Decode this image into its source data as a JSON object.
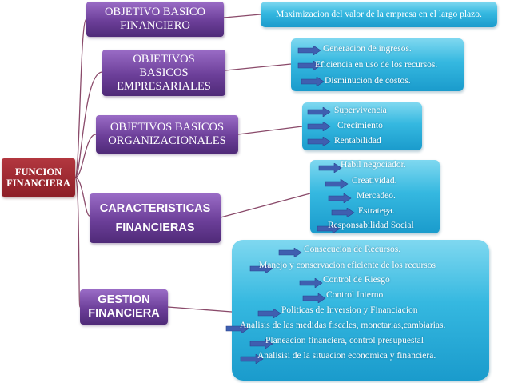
{
  "root": {
    "lines": [
      "FUNCION",
      "FINANCIERA"
    ]
  },
  "branches": [
    {
      "title_lines": [
        "OBJETIVO BASICO",
        "FINANCIERO"
      ],
      "items": [
        "Maximizacion del valor de la empresa en el largo plazo."
      ]
    },
    {
      "title_lines": [
        "OBJETIVOS",
        "BASICOS",
        "EMPRESARIALES"
      ],
      "items": [
        "Generacion de ingresos.",
        "Eficiencia en uso de los recursos.",
        "Disminucion de costos."
      ]
    },
    {
      "title_lines": [
        "OBJETIVOS BASICOS",
        "ORGANIZACIONALES"
      ],
      "items": [
        "Supervivencia",
        "Crecimiento",
        "Rentabilidad"
      ]
    },
    {
      "title_lines": [
        "CARACTERISTICAS",
        "FINANCIERAS"
      ],
      "items": [
        "Habil negociador.",
        "Creatividad.",
        "Mercadeo.",
        "Estratega.",
        "Responsabilidad Social"
      ]
    },
    {
      "title_lines": [
        "GESTION",
        "FINANCIERA"
      ],
      "items": [
        "Consecucion de Recursos.",
        "Manejo y conservacion eficiente de los recursos",
        "Control de Riesgo",
        "Control Interno",
        "Politicas de Inversion y Financiacion",
        "Analisis de las medidas fiscales, monetarias,cambiarias.",
        "Planeacion  financiera, control presupuestal",
        "Analisisi de la situacion  economica y financiera."
      ]
    }
  ],
  "colors": {
    "root": "#9a2a31",
    "branch": "#6c3f99",
    "detail": "#35b8e0",
    "connector": "#8a4a6a",
    "arrow": "#3f5fb0"
  }
}
